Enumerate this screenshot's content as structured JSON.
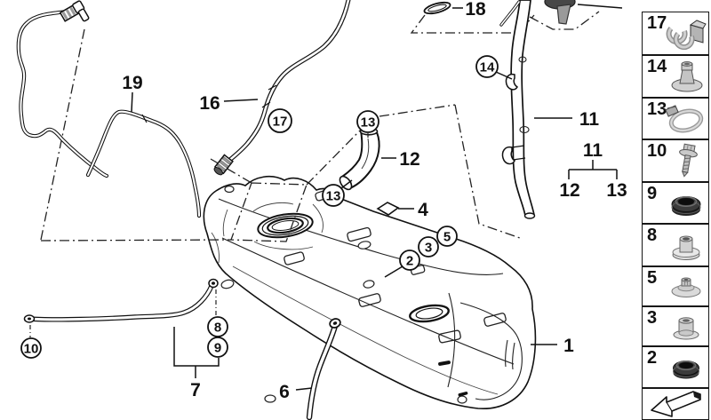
{
  "diagram": {
    "plain": {
      "c1": "1",
      "c4": "4",
      "c6": "6",
      "c7": "7",
      "c11_upper": "11",
      "c11_tree": "11",
      "c12_elbow": "12",
      "c12_tree": "12",
      "c13_tree": "13",
      "c16": "16",
      "c18": "18",
      "c19": "19"
    },
    "circled": {
      "c2": "2",
      "c3": "3",
      "c5": "5",
      "c8": "8",
      "c9": "9",
      "c10": "10",
      "c13_upper": "13",
      "c13_lower": "13",
      "c14": "14",
      "c17": "17"
    }
  },
  "sidebar": {
    "items": [
      {
        "number": "17",
        "icon": "pipe-clip"
      },
      {
        "number": "14",
        "icon": "flanged-grommet"
      },
      {
        "number": "13",
        "icon": "hose-clamp"
      },
      {
        "number": "10",
        "icon": "hex-screw"
      },
      {
        "number": "9",
        "icon": "rubber-grommet"
      },
      {
        "number": "8",
        "icon": "bushing"
      },
      {
        "number": "5",
        "icon": "funnel-washer"
      },
      {
        "number": "3",
        "icon": "spacer-bushing"
      },
      {
        "number": "2",
        "icon": "rubber-grommet"
      },
      {
        "number": "",
        "icon": "continuation-arrow"
      }
    ]
  },
  "colors": {
    "outline": "#111111",
    "metal_light": "#d6d6d6",
    "metal_mid": "#a8a8a8",
    "rubber_dark": "#3a3a3a"
  }
}
